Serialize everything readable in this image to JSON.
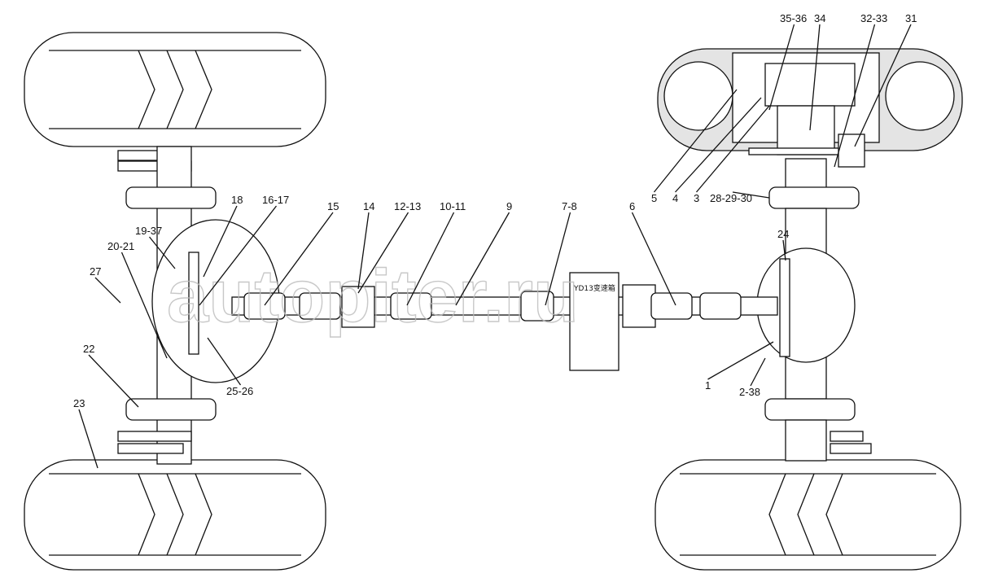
{
  "diagram": {
    "gearbox_label": "YD13变速箱",
    "watermark": "autopiter.ru",
    "callouts": [
      "35-36",
      "34",
      "32-33",
      "31",
      "5",
      "4",
      "3",
      "28-29-30",
      "24",
      "6",
      "7-8",
      "9",
      "10-11",
      "12-13",
      "14",
      "15",
      "16-17",
      "18",
      "19-37",
      "20-21",
      "27",
      "22",
      "23",
      "25-26",
      "1",
      "2-38"
    ]
  }
}
